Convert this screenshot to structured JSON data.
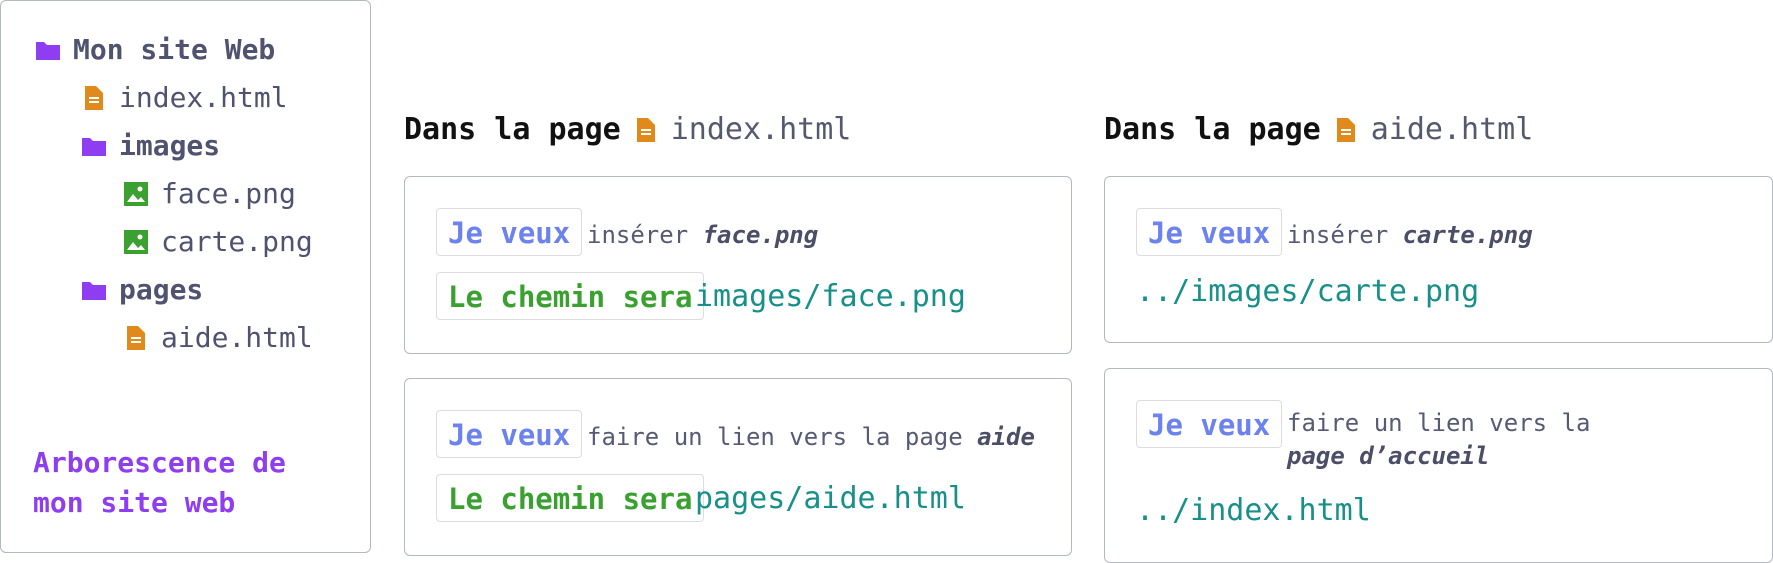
{
  "tree": {
    "root": {
      "label": "Mon site Web",
      "icon": "folder-icon"
    },
    "items": [
      {
        "label": "index.html",
        "icon": "file-html-icon"
      },
      {
        "label": "images",
        "icon": "folder-icon"
      },
      {
        "label": "face.png",
        "icon": "image-file-icon"
      },
      {
        "label": "carte.png",
        "icon": "image-file-icon"
      },
      {
        "label": "pages",
        "icon": "folder-icon"
      },
      {
        "label": "aide.html",
        "icon": "file-html-icon"
      }
    ],
    "caption": "Arborescence de mon site web"
  },
  "columns": [
    {
      "lead": "Dans la page",
      "file": "index.html",
      "cards": [
        {
          "want_label": "Je veux",
          "action": "insérer",
          "target": "face.png",
          "path_label": "Le chemin sera",
          "path": "images/face.png"
        },
        {
          "want_label": "Je veux",
          "action": "faire un lien vers la page",
          "target": "aide",
          "path_label": "Le chemin sera",
          "path": "pages/aide.html"
        }
      ]
    },
    {
      "lead": "Dans la page",
      "file": "aide.html",
      "cards": [
        {
          "want_label": "Je veux",
          "action": "insérer",
          "target": "carte.png",
          "path": "../images/carte.png"
        },
        {
          "want_label": "Je veux",
          "action": "faire un lien vers la",
          "target": "page d’accueil",
          "path": "../index.html"
        }
      ]
    }
  ],
  "colors": {
    "folder": "#8e3ef0",
    "file": "#e08a1c",
    "image": "#3aa130",
    "want": "#6c82ec",
    "path_label": "#3aa130",
    "path": "#18908a",
    "caption": "#8e3ef0"
  }
}
